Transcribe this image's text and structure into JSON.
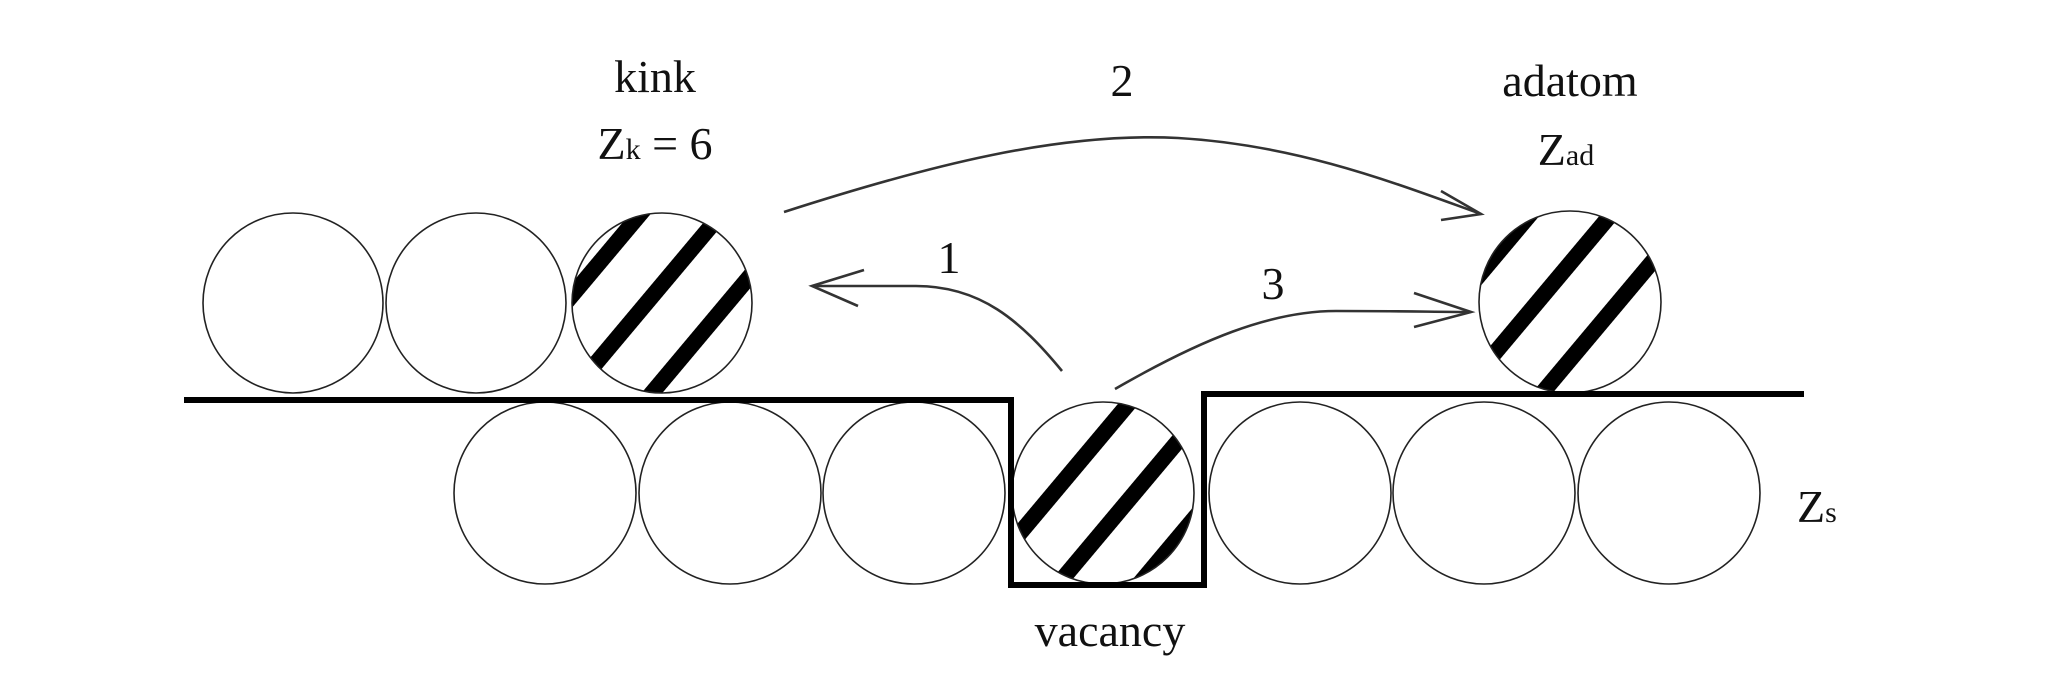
{
  "labels": {
    "kink": "kink",
    "kink_z_main": "Z",
    "kink_z_sub": "k",
    "kink_z_value": " = 6",
    "adatom": "adatom",
    "adatom_z_main": "Z",
    "adatom_z_sub": "ad",
    "surface_z_main": "Z",
    "surface_z_sub": "s",
    "vacancy": "vacancy"
  },
  "arrows": [
    {
      "id": "1",
      "label": "1",
      "from": "vacancy",
      "to": "kink"
    },
    {
      "id": "2",
      "label": "2",
      "from": "kink",
      "to": "adatom"
    },
    {
      "id": "3",
      "label": "3",
      "from": "vacancy",
      "to": "adatom"
    }
  ],
  "colors": {
    "line": "#000000",
    "atom_stroke": "#222222",
    "hatch": "#000000"
  }
}
